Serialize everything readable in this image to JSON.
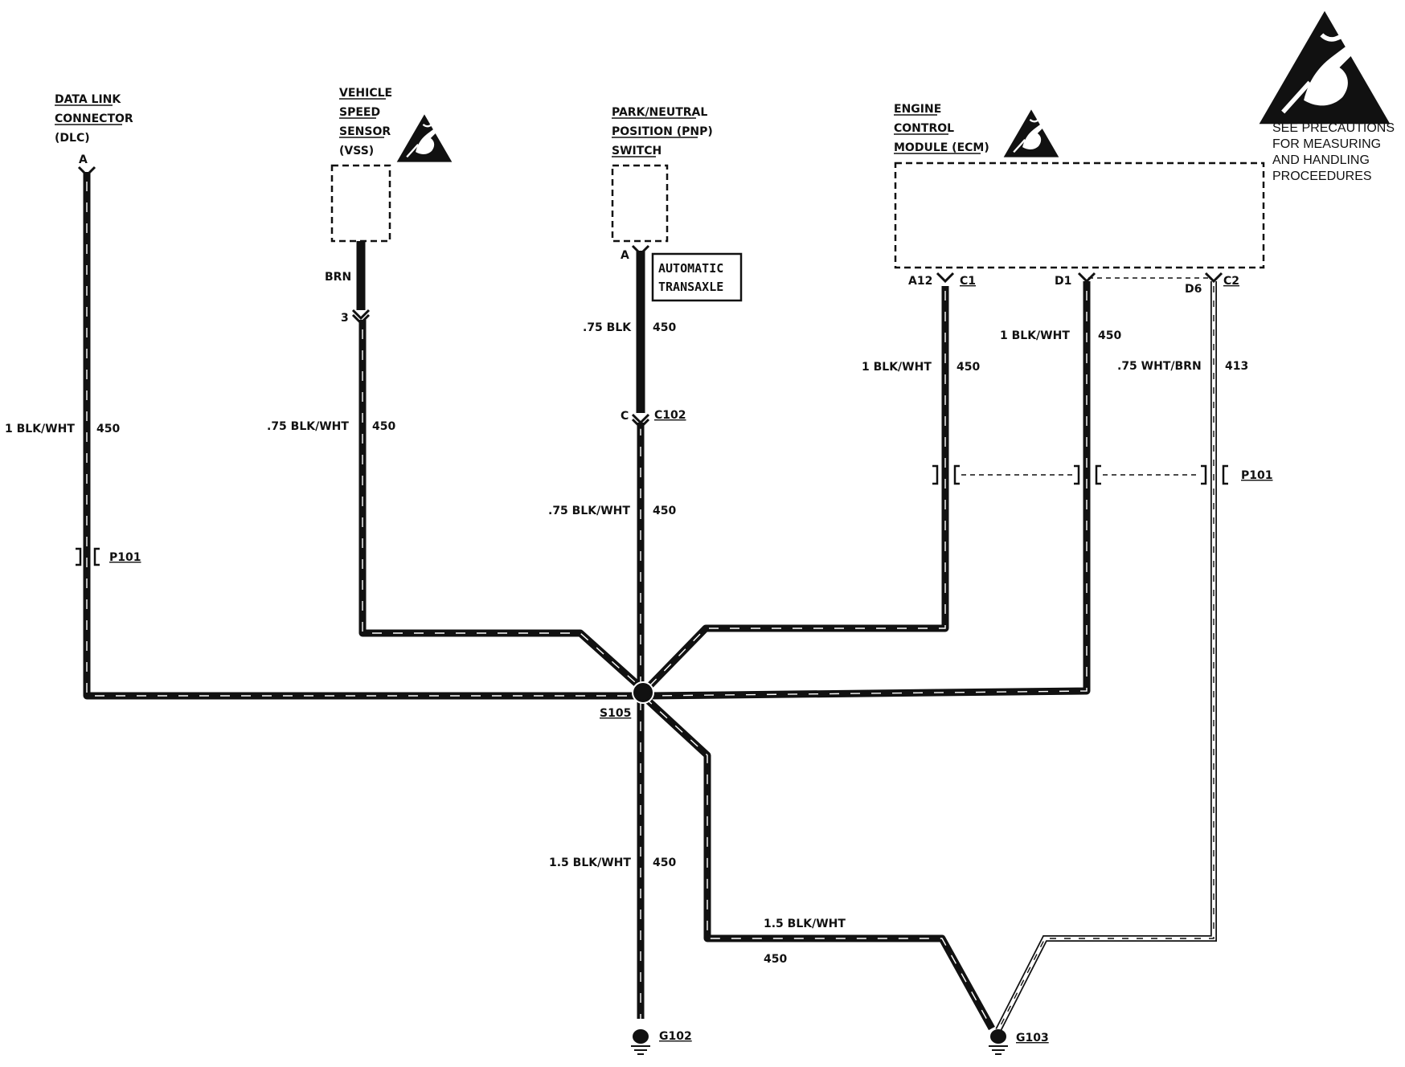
{
  "components": {
    "dlc": {
      "lines": [
        "DATA LINK",
        "CONNECTOR",
        "(DLC)"
      ],
      "pin": "A"
    },
    "vss": {
      "lines": [
        "VEHICLE",
        "SPEED",
        "SENSOR",
        "(VSS)"
      ],
      "wire_color": "BRN",
      "pin": "3"
    },
    "pnp": {
      "lines": [
        "PARK/NEUTRAL",
        "POSITION (PNP)",
        "SWITCH"
      ],
      "pin": "A",
      "note_box": [
        "AUTOMATIC",
        "TRANSAXLE"
      ]
    },
    "ecm": {
      "lines": [
        "ENGINE",
        "CONTROL",
        "MODULE (ECM)"
      ],
      "pins": {
        "a12": "A12",
        "c1": "C1",
        "d1": "D1",
        "d6": "D6",
        "c2": "C2"
      }
    }
  },
  "precaution_note": [
    "SEE PRECAUTIONS",
    "FOR MEASURING",
    "AND HANDLING",
    "PROCEEDURES"
  ],
  "wires": {
    "dlc": {
      "size_color": "1 BLK/WHT",
      "circuit": "450"
    },
    "vss": {
      "size_color": ".75 BLK/WHT",
      "circuit": "450"
    },
    "pnp_upper": {
      "size_color": ".75 BLK",
      "circuit": "450"
    },
    "pnp_lower": {
      "size_color": ".75 BLK/WHT",
      "circuit": "450"
    },
    "ecm_a12": {
      "size_color": "1 BLK/WHT",
      "circuit": "450"
    },
    "ecm_d1": {
      "size_color": "1 BLK/WHT",
      "circuit": "450"
    },
    "ecm_d6": {
      "size_color": ".75 WHT/BRN",
      "circuit": "413"
    },
    "g102": {
      "size_color": "1.5 BLK/WHT",
      "circuit": "450"
    },
    "g103": {
      "size_color": "1.5 BLK/WHT",
      "circuit": "450"
    }
  },
  "connectors": {
    "c102": {
      "label": "C102",
      "pin": "C"
    },
    "p101_left": "P101",
    "p101_right": "P101"
  },
  "splice": "S105",
  "grounds": {
    "g102": "G102",
    "g103": "G103"
  },
  "icons": [
    "esd-warning-icon",
    "ground-symbol-icon"
  ]
}
